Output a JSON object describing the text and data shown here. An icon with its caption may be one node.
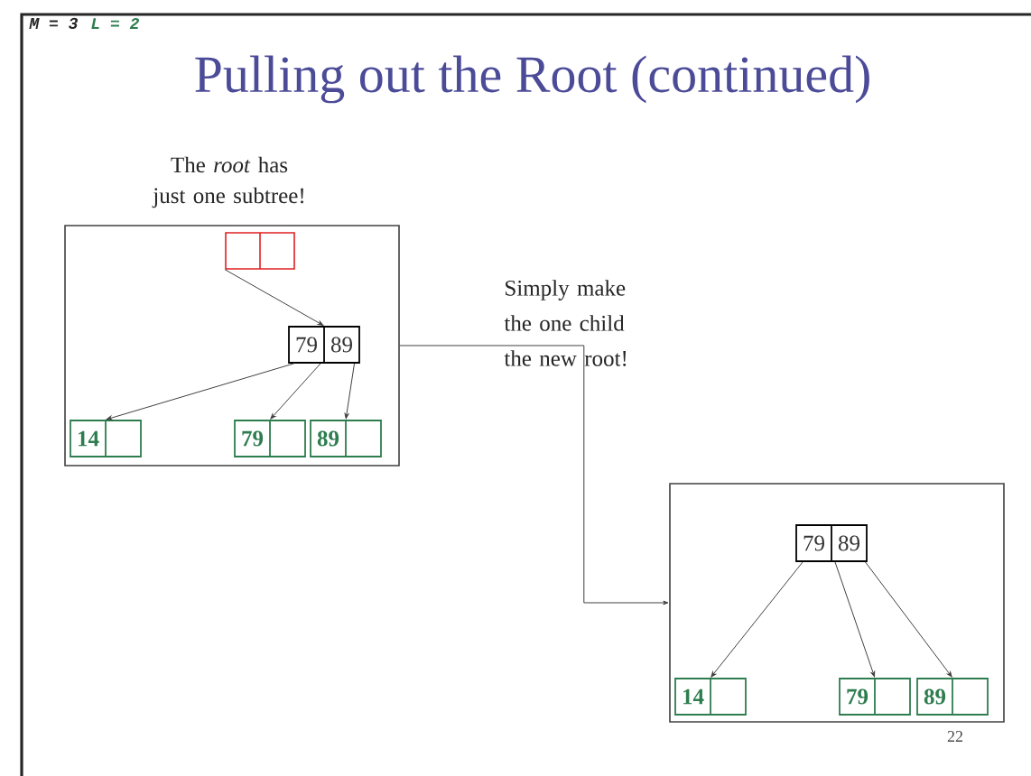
{
  "diagram": {
    "title": "Pulling out the Root (continued)",
    "nodes": [
      {
        "text": [],
        "shape": "box"
      },
      {
        "text": [],
        "shape": "box",
        "in": 0
      },
      {
        "text": [
          "79",
          "89"
        ],
        "in": 0
      },
      {
        "text": [
          "14"
        ],
        "in": 0
      },
      {
        "text": [
          "79"
        ],
        "in": 0
      },
      {
        "text": [
          "89"
        ],
        "in": 0
      },
      {
        "text": [],
        "shape": "box"
      },
      {
        "text": [
          "79",
          "89"
        ],
        "in": 6
      },
      {
        "text": [
          "14"
        ],
        "in": 6
      },
      {
        "text": [
          "79"
        ],
        "in": 6
      },
      {
        "text": [
          "89"
        ],
        "in": 6
      }
    ],
    "edges": [
      {
        "from": 1,
        "to": 2,
        "arrow": "to"
      },
      {
        "from": 2,
        "to": 3,
        "arrow": "to"
      },
      {
        "from": 2,
        "to": 4,
        "arrow": "to"
      },
      {
        "from": 2,
        "to": 5,
        "arrow": "to"
      },
      {
        "from": 0,
        "to": 6,
        "arrow": "to"
      },
      {
        "from": 7,
        "to": 8,
        "arrow": "to"
      },
      {
        "from": 7,
        "to": 9,
        "arrow": "to"
      },
      {
        "from": 7,
        "to": 10,
        "arrow": "to"
      }
    ],
    "labels": [
      "M = 3",
      "L = 2",
      "The *root* has just one subtree!",
      "Simply make the one child the new root!",
      "22"
    ]
  }
}
